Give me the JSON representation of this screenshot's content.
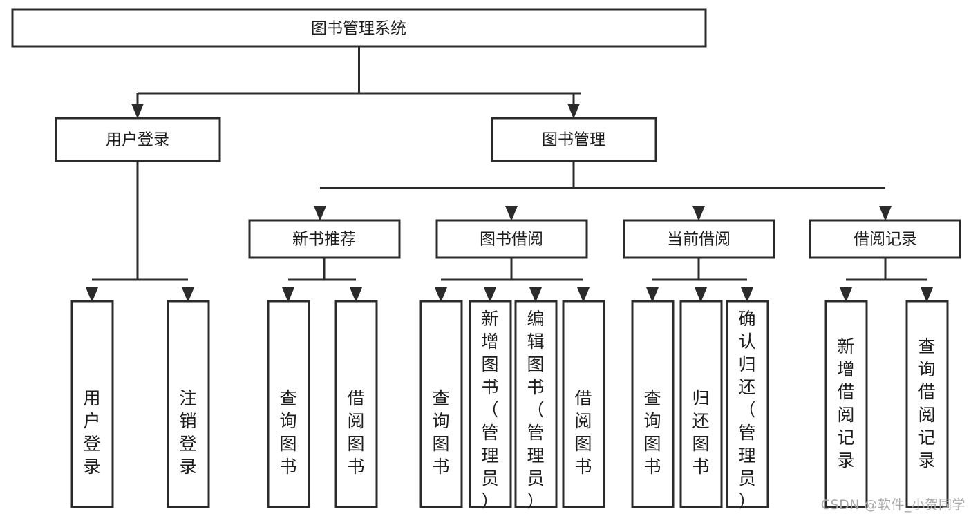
{
  "diagram": {
    "type": "hierarchy-tree",
    "title": "图书管理系统",
    "watermark": "CSDN @软件_小贺同学",
    "colors": {
      "stroke": "#2b2b2b",
      "fill": "#ffffff",
      "text": "#1d1d1d",
      "watermark": "#a8a8a8"
    },
    "levels": {
      "level1": [
        {
          "id": "root",
          "label": "图书管理系统",
          "orient": "horizontal"
        }
      ],
      "level2": [
        {
          "id": "user-login",
          "label": "用户登录",
          "orient": "horizontal"
        },
        {
          "id": "book-manage",
          "label": "图书管理",
          "orient": "horizontal"
        }
      ],
      "level3": [
        {
          "id": "new-book-rec",
          "label": "新书推荐",
          "orient": "horizontal"
        },
        {
          "id": "book-borrow",
          "label": "图书借阅",
          "orient": "horizontal"
        },
        {
          "id": "current-borrow",
          "label": "当前借阅",
          "orient": "horizontal"
        },
        {
          "id": "borrow-record",
          "label": "借阅记录",
          "orient": "horizontal"
        }
      ],
      "level4": [
        {
          "id": "leaf-user-login",
          "label": "用户登录",
          "orient": "vertical",
          "parent": "user-login"
        },
        {
          "id": "leaf-user-logout",
          "label": "注销登录",
          "orient": "vertical",
          "parent": "user-login"
        },
        {
          "id": "leaf-query-book-1",
          "label": "查询图书",
          "orient": "vertical",
          "parent": "new-book-rec"
        },
        {
          "id": "leaf-borrow-book-1",
          "label": "借阅图书",
          "orient": "vertical",
          "parent": "new-book-rec"
        },
        {
          "id": "leaf-query-book-2",
          "label": "查询图书",
          "orient": "vertical",
          "parent": "book-borrow"
        },
        {
          "id": "leaf-add-book",
          "label": "新增图书（管理员）",
          "orient": "vertical",
          "parent": "book-borrow"
        },
        {
          "id": "leaf-edit-book",
          "label": "编辑图书（管理员）",
          "orient": "vertical",
          "parent": "book-borrow"
        },
        {
          "id": "leaf-borrow-book-2",
          "label": "借阅图书",
          "orient": "vertical",
          "parent": "book-borrow"
        },
        {
          "id": "leaf-query-book-3",
          "label": "查询图书",
          "orient": "vertical",
          "parent": "current-borrow"
        },
        {
          "id": "leaf-return-book",
          "label": "归还图书",
          "orient": "vertical",
          "parent": "current-borrow"
        },
        {
          "id": "leaf-confirm-return",
          "label": "确认归还（管理员）",
          "orient": "vertical",
          "parent": "current-borrow"
        },
        {
          "id": "leaf-add-record",
          "label": "新增借阅记录",
          "orient": "vertical",
          "parent": "borrow-record"
        },
        {
          "id": "leaf-query-record",
          "label": "查询借阅记录",
          "orient": "vertical",
          "parent": "borrow-record"
        }
      ]
    }
  }
}
